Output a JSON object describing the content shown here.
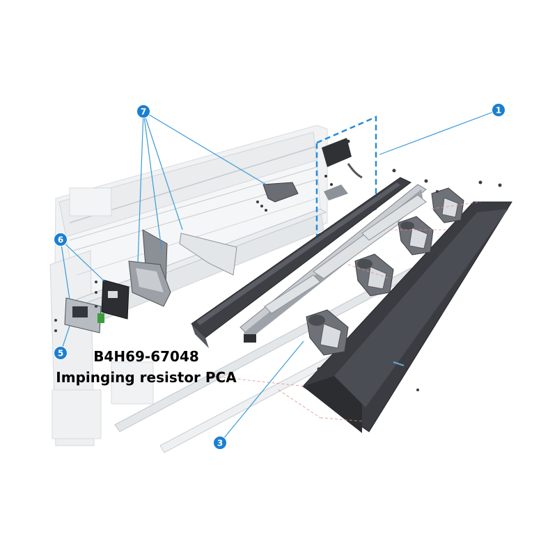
{
  "callouts": {
    "c1": "1",
    "c3": "3",
    "c5": "5",
    "c6": "6",
    "c7": "7"
  },
  "part": {
    "number": "B4H69-67048",
    "name": "Impinging resistor PCA"
  },
  "colors": {
    "callout_fill": "#1a7fd1",
    "leader_line": "#3a9ad9",
    "frame_gray": "#c8cdd3",
    "dark_part": "#3d3f44",
    "explode_line": "#e88b8b"
  }
}
